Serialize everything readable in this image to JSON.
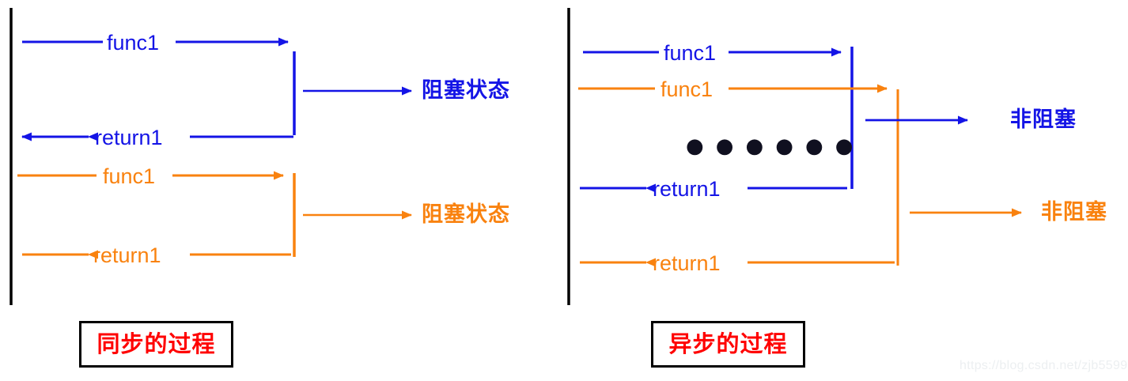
{
  "diagram": {
    "title_semantic": "sync-vs-async-blocking-diagram",
    "colors": {
      "blue": "#1414e6",
      "orange": "#f9820f",
      "red": "#ff0000",
      "black": "#000000",
      "background": "#ffffff",
      "watermark": "#eceff1"
    }
  },
  "sync_panel": {
    "legend_label": "同步的过程",
    "calls": [
      {
        "id": "sync-call-1",
        "label": "func1",
        "color": "#1414e6",
        "direction": "right"
      },
      {
        "id": "sync-return-1",
        "label": "return1",
        "color": "#1414e6",
        "direction": "left"
      },
      {
        "id": "sync-call-2",
        "label": "func1",
        "color": "#f9820f",
        "direction": "right"
      },
      {
        "id": "sync-return-2",
        "label": "return1",
        "color": "#f9820f",
        "direction": "left"
      }
    ],
    "state_labels": [
      {
        "id": "sync-state-1",
        "label": "阻塞状态",
        "color": "#1414e6"
      },
      {
        "id": "sync-state-2",
        "label": "阻塞状态",
        "color": "#f9820f"
      }
    ]
  },
  "async_panel": {
    "legend_label": "异步的过程",
    "calls": [
      {
        "id": "async-call-1",
        "label": "func1",
        "color": "#1414e6",
        "direction": "right"
      },
      {
        "id": "async-call-2",
        "label": "func1",
        "color": "#f9820f",
        "direction": "right"
      },
      {
        "id": "async-return-1",
        "label": "return1",
        "color": "#1414e6",
        "direction": "left"
      },
      {
        "id": "async-return-2",
        "label": "return1",
        "color": "#f9820f",
        "direction": "left"
      }
    ],
    "ellipsis": "● ● ● ● ● ●",
    "state_labels": [
      {
        "id": "async-state-1",
        "label": "非阻塞",
        "color": "#1414e6"
      },
      {
        "id": "async-state-2",
        "label": "非阻塞",
        "color": "#f9820f"
      }
    ]
  },
  "watermark": {
    "text": "https://blog.csdn.net/zjb5599"
  }
}
